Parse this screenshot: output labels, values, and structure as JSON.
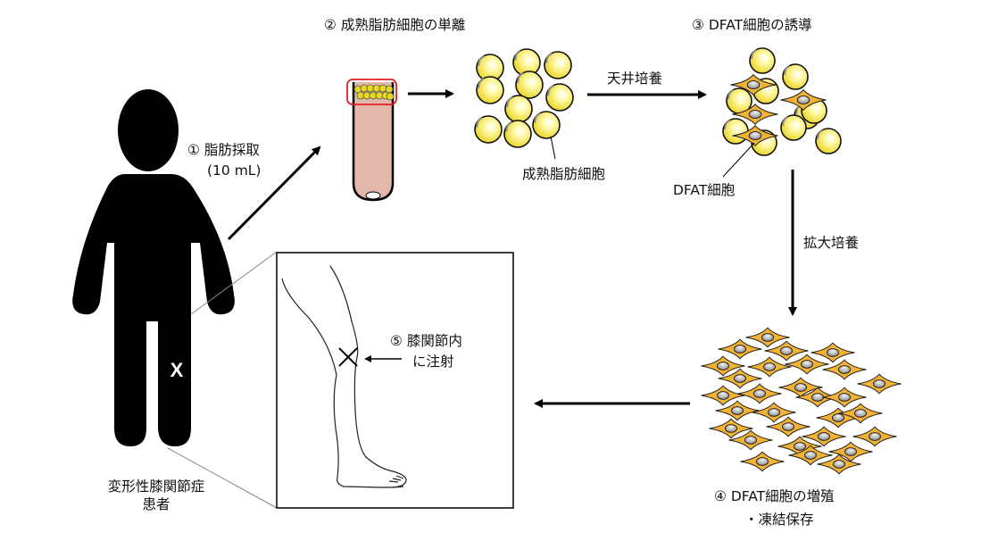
{
  "steps": {
    "step1": {
      "number": "①",
      "title": "脂肪採取",
      "detail": "(10 mL)"
    },
    "step2": {
      "number": "②",
      "title": "成熟脂肪細胞の単離"
    },
    "step3": {
      "number": "③",
      "title": "DFAT細胞の誘導"
    },
    "step4": {
      "number": "④",
      "title": "DFAT細胞の増殖",
      "detail": "・凍結保存"
    },
    "step5": {
      "number": "⑤",
      "title": "膝関節内",
      "detail": "に注射"
    }
  },
  "arrows": {
    "ceiling_culture": "天井培養",
    "expansion_culture": "拡大培養"
  },
  "callouts": {
    "mature_adipocyte": "成熟脂肪細胞",
    "dfat_cell": "DFAT細胞"
  },
  "patient": {
    "label_line1": "変形性膝関節症",
    "label_line2": "患者",
    "knee_mark": "X"
  },
  "colors": {
    "adipocyte_fill": "#f5e94a",
    "dfat_fill": "#f2b233",
    "tube_fill": "#e3b8aa",
    "highlight_box": "#e02020",
    "nucleus": "#a8a8a8",
    "silhouette": "#000000"
  }
}
